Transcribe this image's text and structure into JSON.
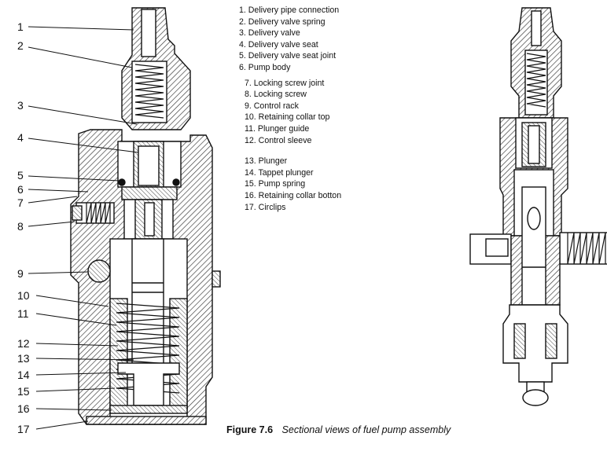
{
  "callouts": [
    "1",
    "2",
    "3",
    "4",
    "5",
    "6",
    "7",
    "8",
    "9",
    "10",
    "11",
    "12",
    "13",
    "14",
    "15",
    "16",
    "17"
  ],
  "legend": {
    "group1": [
      "1. Delivery pipe connection",
      "2. Delivery valve spring",
      "3. Delivery valve",
      "4. Delivery valve seat",
      "5. Delivery valve seat joint",
      "6. Pump body"
    ],
    "group2": [
      "7. Locking screw joint",
      "8. Locking screw",
      "9. Control rack",
      "10. Retaining collar top",
      "11. Plunger guide",
      "12. Control sleeve"
    ],
    "group3": [
      "13. Plunger",
      "14. Tappet plunger",
      "15. Pump spring",
      "16. Retaining collar botton",
      "17. Circlips"
    ]
  },
  "caption": {
    "figure": "Figure 7.6",
    "text": "Sectional views of fuel pump assembly"
  }
}
